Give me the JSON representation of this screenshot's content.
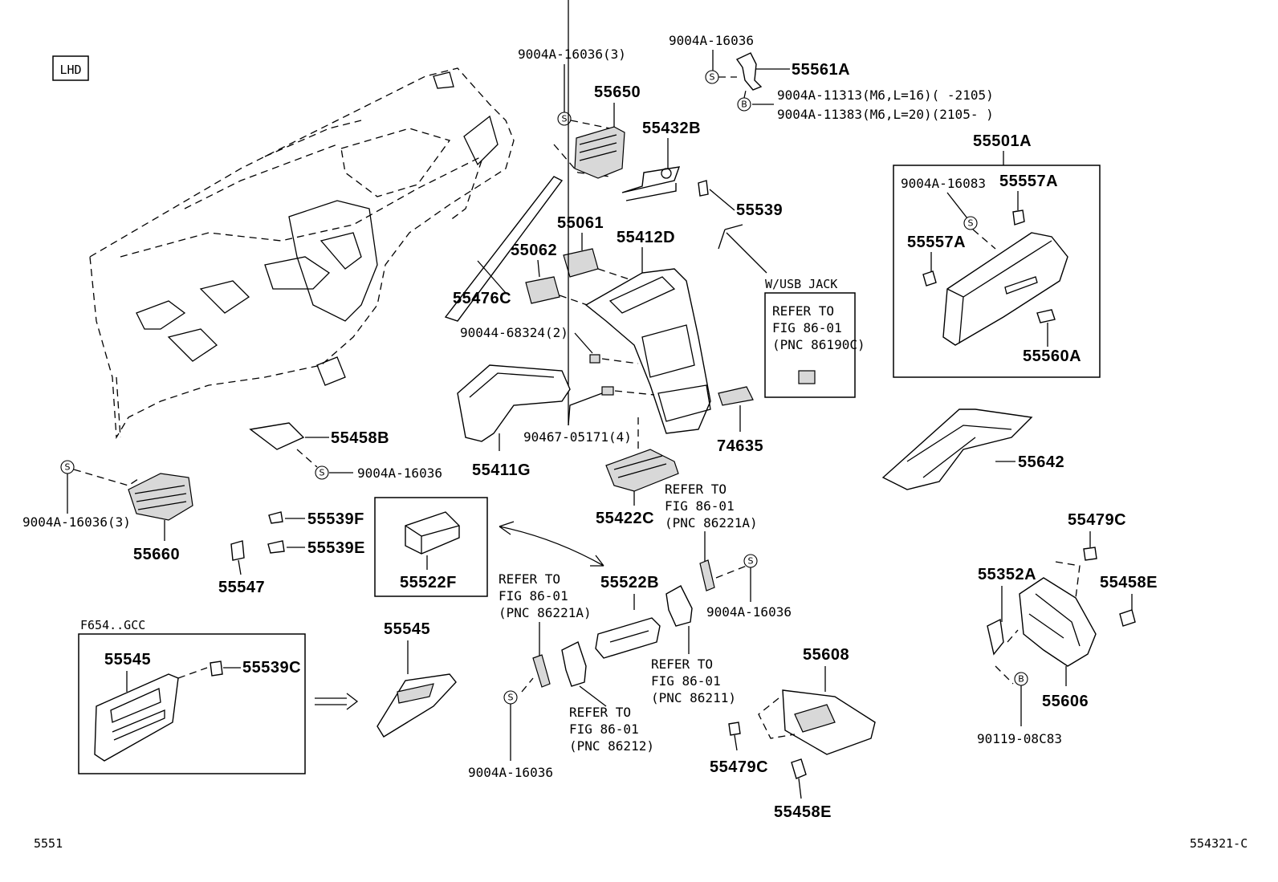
{
  "corner": {
    "left_code": "LHD",
    "page_ref": "5551",
    "figure_ref": "554321-C"
  },
  "parts": {
    "p55561A": "55561A",
    "p55650": "55650",
    "p55432B": "55432B",
    "p55539": "55539",
    "p55501A": "55501A",
    "p55557A_top": "55557A",
    "p55557A_left": "55557A",
    "p55560A": "55560A",
    "p55061": "55061",
    "p55062": "55062",
    "p55412D": "55412D",
    "p55476C": "55476C",
    "p74635": "74635",
    "p55411G": "55411G",
    "p55458B": "55458B",
    "p55642": "55642",
    "p55660": "55660",
    "p55539F": "55539F",
    "p55539E": "55539E",
    "p55547": "55547",
    "p55522F": "55522F",
    "p55422C": "55422C",
    "p55522B": "55522B",
    "p55545_box": "55545",
    "p55539C": "55539C",
    "p55545": "55545",
    "p55608": "55608",
    "p55479C_bottom": "55479C",
    "p55458E_bottom": "55458E",
    "p55479C_right": "55479C",
    "p55352A": "55352A",
    "p55458E_right": "55458E",
    "p55606": "55606"
  },
  "bolts": {
    "b_top_s": "9004A-16036",
    "b_b_m6_16": "9004A-11313(M6,L=16)(     -2105)",
    "b_b_m6_20": "9004A-11383(M6,L=20)(2105-     )",
    "b_55650": "9004A-16036(3)",
    "b_box_right": "9004A-16083",
    "b_90044": "90044-68324(2)",
    "b_90467": "90467-05171(4)",
    "b_55458B": "9004A-16036",
    "b_55660": "9004A-16036(3)",
    "b_55522B_right": "9004A-16036",
    "b_bottom_s": "9004A-16036",
    "b_90119": "90119-08C83"
  },
  "refs": {
    "usb_caption": "W/USB JACK",
    "usb": [
      "REFER TO",
      "FIG 86-01",
      "(PNC 86190C)"
    ],
    "r86221A_top": [
      "REFER TO",
      "FIG 86-01",
      "(PNC 86221A)"
    ],
    "r86221A_left": [
      "REFER TO",
      "FIG 86-01",
      "(PNC 86221A)"
    ],
    "r86211": [
      "REFER TO",
      "FIG 86-01",
      "(PNC 86211)"
    ],
    "r86212": [
      "REFER TO",
      "FIG 86-01",
      "(PNC 86212)"
    ],
    "inset_caption": "F654..GCC"
  },
  "symbols": {
    "screw": "S",
    "bolt": "B"
  }
}
